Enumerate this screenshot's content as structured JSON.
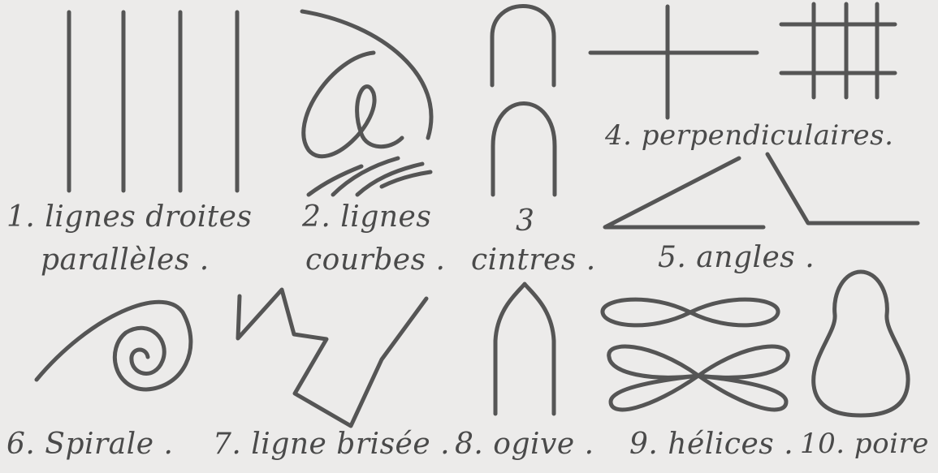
{
  "colors": {
    "paper": "#ecebea",
    "ink": "#555555"
  },
  "figures": [
    {
      "id": 1,
      "label_lines": [
        "1. lignes droites",
        "parallèles ."
      ]
    },
    {
      "id": 2,
      "label_lines": [
        "2. lignes",
        "courbes ."
      ]
    },
    {
      "id": 3,
      "label_lines": [
        "3",
        "cintres ."
      ]
    },
    {
      "id": 4,
      "label_lines": [
        "4. perpendiculaires."
      ]
    },
    {
      "id": 5,
      "label_lines": [
        "5. angles ."
      ]
    },
    {
      "id": 6,
      "label_lines": [
        "6. Spirale ."
      ]
    },
    {
      "id": 7,
      "label_lines": [
        "7. ligne brisée ."
      ]
    },
    {
      "id": 8,
      "label_lines": [
        "8. ogive ."
      ]
    },
    {
      "id": 9,
      "label_lines": [
        "9. hélices ."
      ]
    },
    {
      "id": 10,
      "label_lines": [
        "10. poire ."
      ]
    }
  ]
}
